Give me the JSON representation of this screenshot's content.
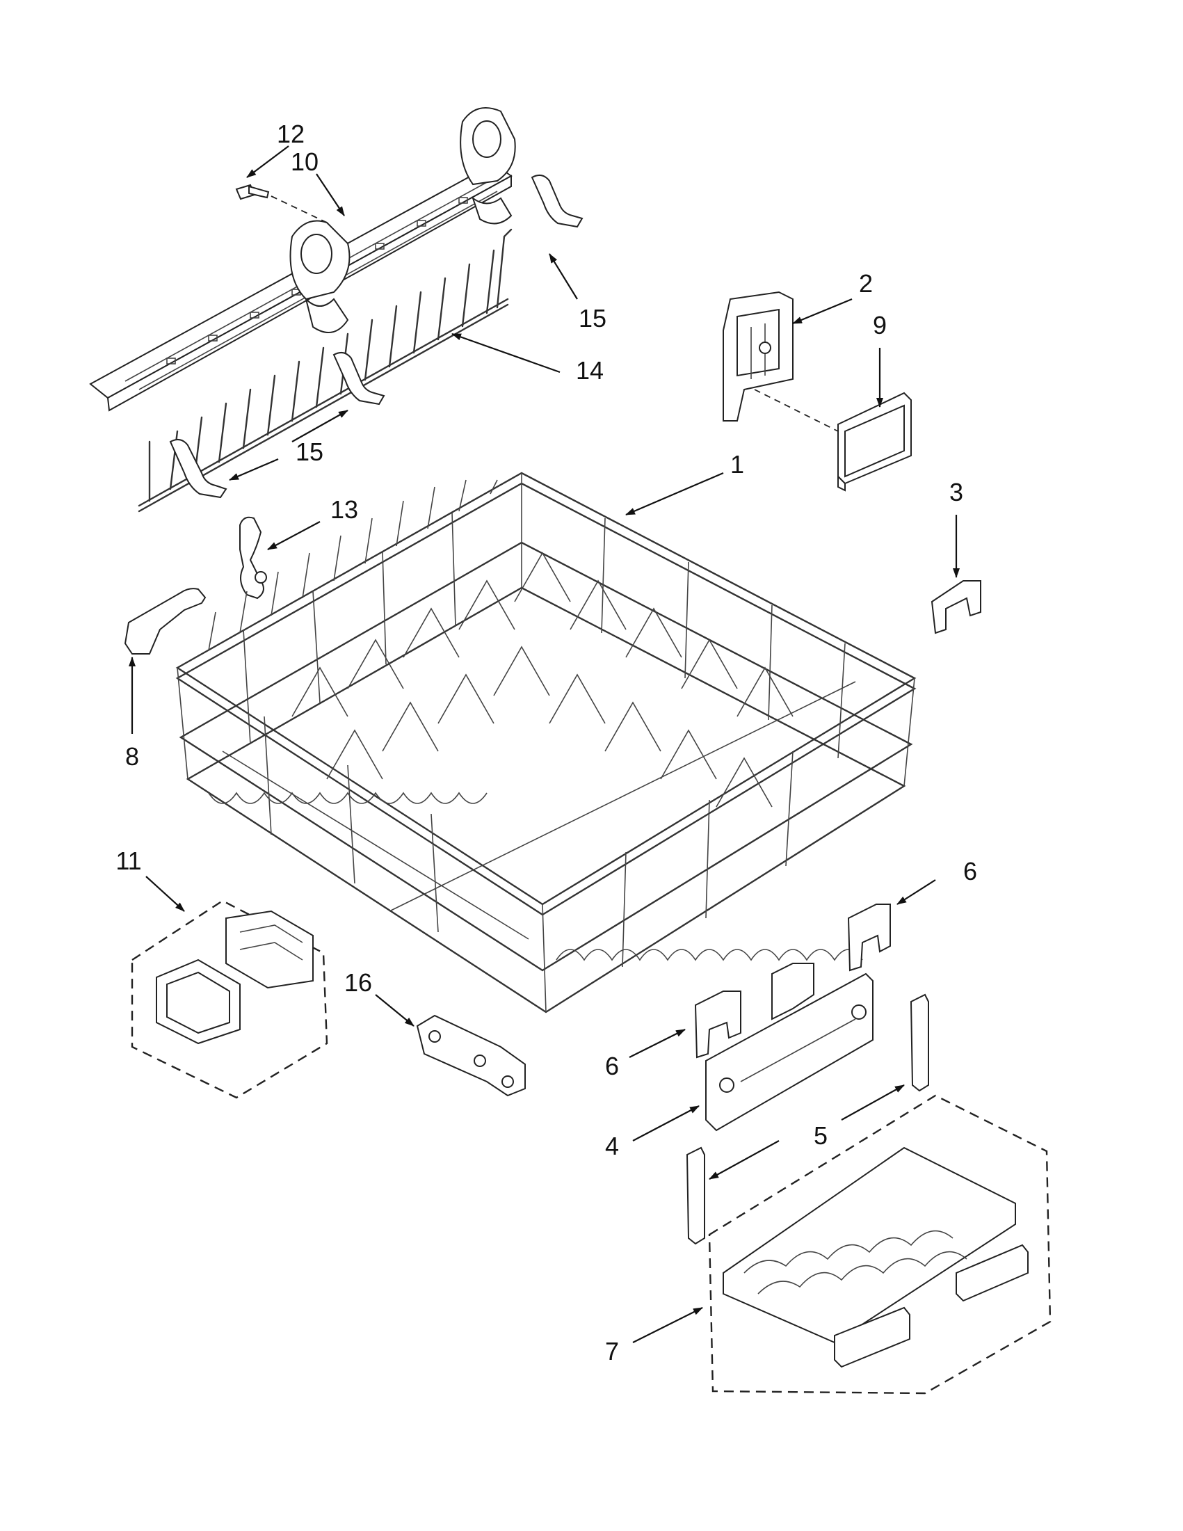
{
  "callouts": {
    "c12": "12",
    "c10": "10",
    "c15a": "15",
    "c15b": "15",
    "c14": "14",
    "c2": "2",
    "c9": "9",
    "c1": "1",
    "c13": "13",
    "c3": "3",
    "c8": "8",
    "c11": "11",
    "c6a": "6",
    "c6b": "6",
    "c16": "16",
    "c4": "4",
    "c5": "5",
    "c7": "7"
  }
}
